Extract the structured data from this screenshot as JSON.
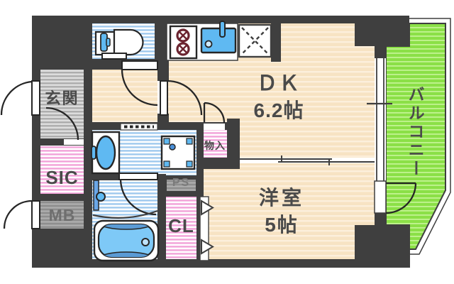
{
  "floorplan": {
    "rooms": {
      "entrance": {
        "label": "玄関"
      },
      "dk": {
        "label": "ＤＫ",
        "size": "6.2帖"
      },
      "western_room": {
        "label": "洋室",
        "size": "5帖"
      },
      "balcony": {
        "label": "バルコニー"
      },
      "shoe_closet": {
        "label": "SIC"
      },
      "meter_box": {
        "label": "MB"
      },
      "closet": {
        "label": "CL"
      },
      "pipe_space": {
        "label": "PS"
      },
      "storage": {
        "label": "物入"
      }
    },
    "colors": {
      "wall": "#3F3F3F",
      "floor_beige": "#F7E3C3",
      "floor_blue_stripe": "#9FC9EE",
      "floor_pink_stripe": "#F2A2D8",
      "floor_gray_entrance": "#DCDCDC",
      "floor_gray_dark": "#8E8E8E",
      "balcony_green": "#8BE047",
      "fixture_blue": "#5FB9F2",
      "burner_red": "#6B2430",
      "text": "#4A4A4A"
    }
  }
}
